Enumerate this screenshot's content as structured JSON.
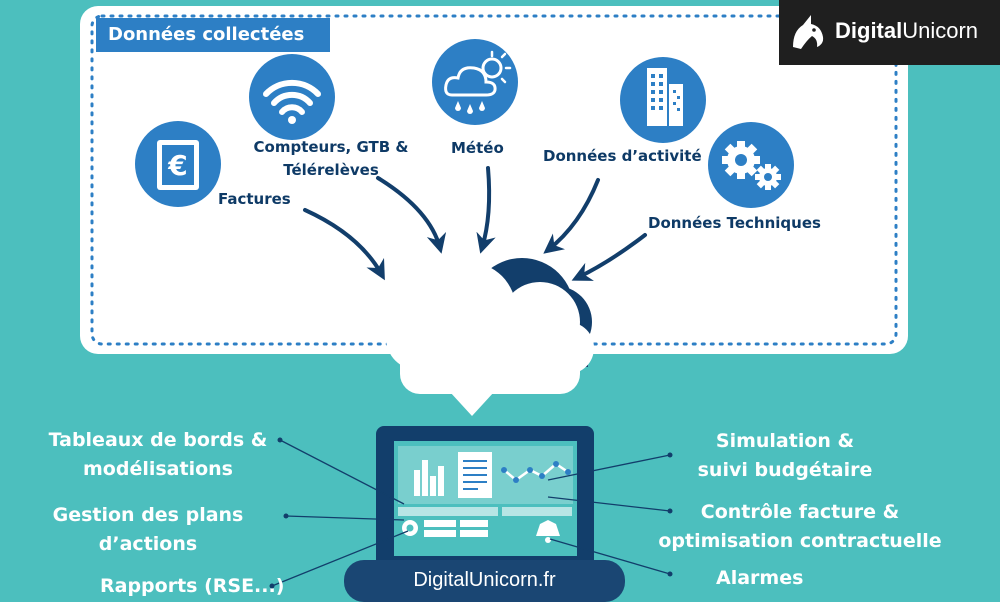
{
  "section_title": "Données collectées",
  "brand": {
    "name_bold": "Digital",
    "name_regular": "Unicorn"
  },
  "sources": {
    "factures": "Factures",
    "compteurs": "Compteurs, GTB &\nTélérelèves",
    "meteo": "Météo",
    "activite": "Données d’activité",
    "techniques": "Données Techniques"
  },
  "outputs": {
    "tableaux": "Tableaux de bords &\nmodélisations",
    "gestion": "Gestion des plans\nd’actions",
    "rapports": "Rapports (RSE...)",
    "simulation": "Simulation &\nsuivi budgétaire",
    "controle": "Contrôle facture &\noptimisation contractuelle",
    "alarmes": "Alarmes"
  },
  "icons": {
    "factures": "euro-receipt-icon",
    "compteurs": "wifi-icon",
    "meteo": "cloud-rain-sun-icon",
    "activite": "buildings-icon",
    "techniques": "gears-icon",
    "cloud": "cloud-icon",
    "monitor": "dashboard-monitor-icon",
    "brand": "unicorn-logo-icon"
  },
  "footer_url": "DigitalUnicorn.fr",
  "colors": {
    "background": "#4cbfbe",
    "panel": "#ffffff",
    "accent_blue": "#2d7fc5",
    "dark_navy": "#123e6b",
    "label_dark": "#0e3a66"
  }
}
